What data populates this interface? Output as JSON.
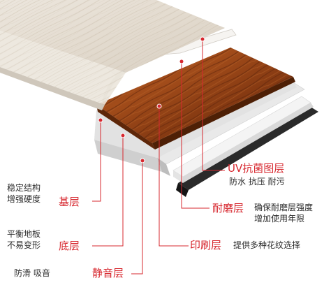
{
  "layers": {
    "uv": {
      "title": "UV抗菌图层",
      "desc": "防水 抗压 耐污"
    },
    "wear": {
      "title": "耐磨层",
      "desc_line1": "确保耐磨层强度",
      "desc_line2": "增加使用年限"
    },
    "print": {
      "title": "印刷层",
      "desc": "提供多种花纹选择"
    },
    "base": {
      "title": "基层",
      "desc_line1": "稳定结构",
      "desc_line2": "增强硬度"
    },
    "bottom": {
      "title": "底层",
      "desc_line1": "平衡地板",
      "desc_line2": "不易变形"
    },
    "silent": {
      "title": "静音层",
      "desc": "防滑 吸音"
    }
  },
  "colors": {
    "accent": "#d7282f",
    "leader": "#d7282f",
    "text": "#2b2b2b"
  }
}
